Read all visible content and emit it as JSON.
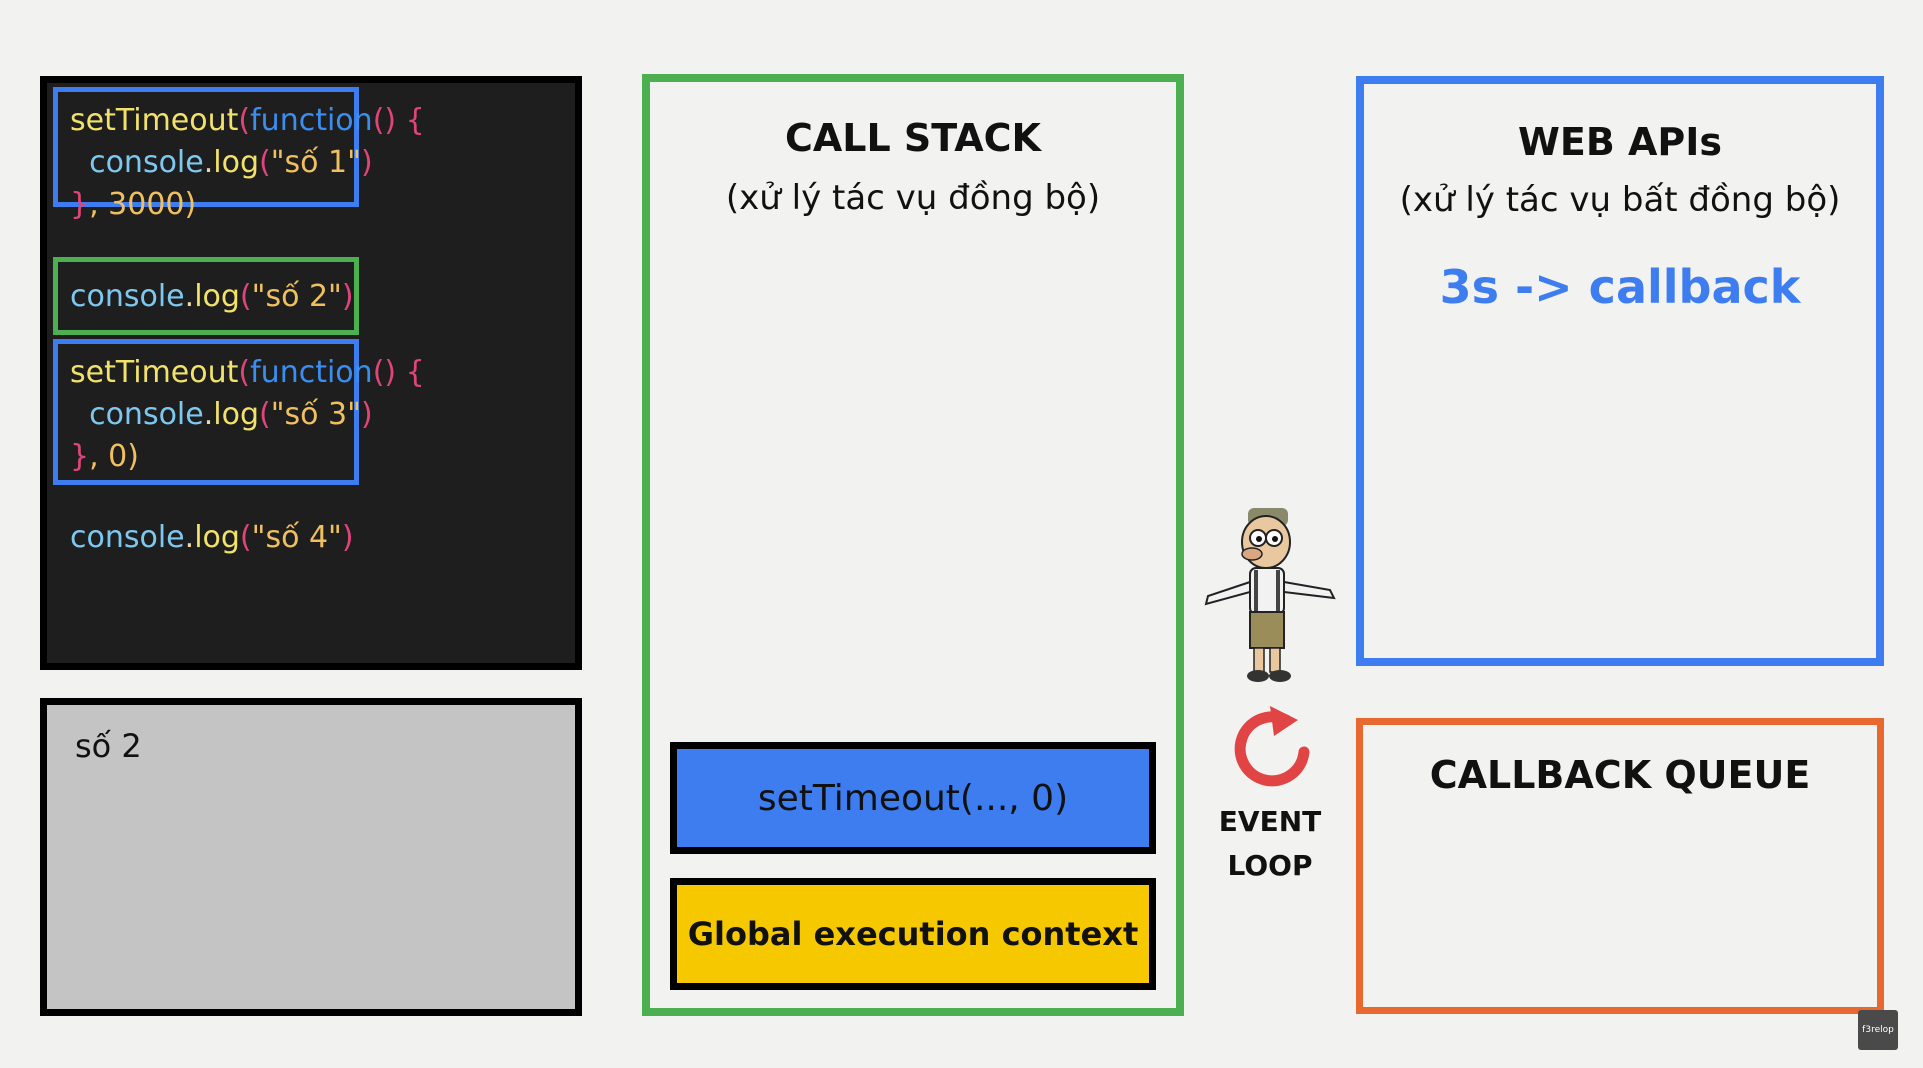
{
  "code": {
    "block1": {
      "line1_fn": "setTimeout",
      "line1_open": "(",
      "line1_kw": "function",
      "line1_parens": "()",
      "line1_brace": " {",
      "line2_indent": "  ",
      "line2_obj": "console",
      "line2_dot": ".",
      "line2_method": "log",
      "line2_open": "(",
      "line2_str": "\"số 1\"",
      "line2_close": ")",
      "line3_brace": "}",
      "line3_rest": ", 3000)"
    },
    "block2": {
      "obj": "console",
      "dot": ".",
      "method": "log",
      "open": "(",
      "str": "\"số 2\"",
      "close": ")"
    },
    "block3": {
      "line1_fn": "setTimeout",
      "line1_open": "(",
      "line1_kw": "function",
      "line1_parens": "()",
      "line1_brace": " {",
      "line2_indent": "  ",
      "line2_obj": "console",
      "line2_dot": ".",
      "line2_method": "log",
      "line2_open": "(",
      "line2_str": "\"số 3\"",
      "line2_close": ")",
      "line3_brace": "}",
      "line3_rest": ", 0)"
    },
    "block4": {
      "obj": "console",
      "dot": ".",
      "method": "log",
      "open": "(",
      "str": "\"số 4\"",
      "close": ")"
    }
  },
  "console_output": {
    "lines": [
      "số 2"
    ]
  },
  "call_stack": {
    "title": "CALL STACK",
    "subtitle": "(xử lý tác vụ đồng bộ)",
    "frames": [
      "setTimeout(..., 0)",
      "Global execution context"
    ]
  },
  "web_apis": {
    "title": "WEB APIs",
    "subtitle": "(xử lý tác vụ bất đồng bộ)",
    "item": "3s -> callback"
  },
  "callback_queue": {
    "title": "CALLBACK QUEUE"
  },
  "event_loop": {
    "line1": "EVENT",
    "line2": "LOOP",
    "icon": "refresh-arrow-icon"
  },
  "logo": {
    "text": "f3relop"
  },
  "colors": {
    "green": "#4caf50",
    "blue": "#3d7df0",
    "orange": "#e8692f",
    "yellow": "#f5c800",
    "code_bg": "#1e1e1e",
    "console_bg": "#c4c4c4"
  }
}
